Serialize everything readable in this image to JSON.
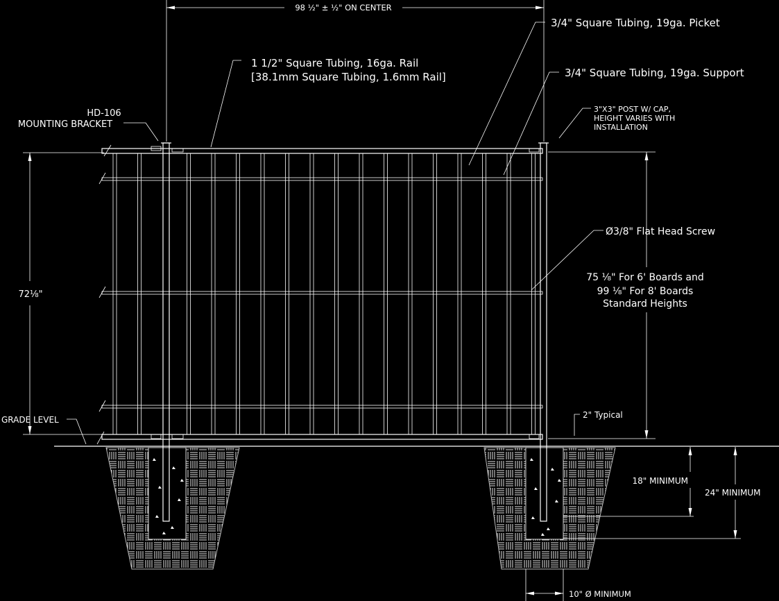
{
  "drawing": {
    "dim_on_center": "98 ½\" ± ½\" ON CENTER",
    "picket_label": "3/4\" Square Tubing, 19ga. Picket",
    "rail_label_1": "1 1/2\" Square Tubing, 16ga. Rail",
    "rail_label_2": "[38.1mm Square Tubing, 1.6mm Rail]",
    "support_label": "3/4\" Square Tubing, 19ga. Support",
    "bracket_label_1": "HD-106",
    "bracket_label_2": "MOUNTING BRACKET",
    "post_label_1": "3\"X3\" POST W/ CAP,",
    "post_label_2": "HEIGHT VARIES WITH",
    "post_label_3": "INSTALLATION",
    "screw_label": "Ø3/8\" Flat Head Screw",
    "height_note_1": "75 ⅛\" For 6' Boards and",
    "height_note_2": "99 ⅛\" For 8' Boards",
    "height_note_3": "Standard Heights",
    "height_dim": "72⅛\"",
    "grade_label": "GRADE LEVEL",
    "typical_label": "2\" Typical",
    "min18_label": "18\" MINIMUM",
    "min24_label": "24\" MINIMUM",
    "hole_dia_label": "10\" Ø MINIMUM"
  },
  "colors": {
    "background": "#000000",
    "linework": "#ffffff",
    "footing_edge": "#b8b8b8"
  }
}
